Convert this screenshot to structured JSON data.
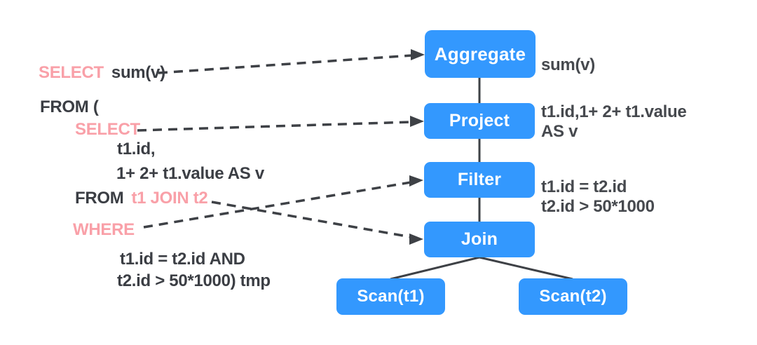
{
  "colors": {
    "node_blue": "#3398fe",
    "keyword_pink": "#f9a0a8",
    "sql_text_dark": "#3b3e44",
    "annotation_gray": "#46494e",
    "arrow_line": "#3e4146",
    "background": "#ffffff"
  },
  "sql": {
    "line1_keyword": "SELECT",
    "line1_expr": "sum(v)",
    "line2": "FROM (",
    "line3_keyword": "SELECT",
    "line4": "t1.id,",
    "line5": "1+ 2+ t1.value AS v",
    "line6_prefix": "FROM",
    "line6_keyword": "t1 JOIN t2",
    "line7_keyword": "WHERE",
    "line8": "t1.id = t2.id AND",
    "line9": "t2.id > 50*1000) tmp"
  },
  "plan": {
    "nodes": {
      "aggregate": "Aggregate",
      "project": "Project",
      "filter": "Filter",
      "join": "Join",
      "scan1": "Scan(t1)",
      "scan2": "Scan(t2)"
    },
    "annotations": {
      "aggregate": "sum(v)",
      "project_line1": "t1.id,1+ 2+ t1.value",
      "project_line2": "AS v",
      "filter_join_line1": "t1.id = t2.id",
      "filter_join_line2": "t2.id > 50*1000"
    }
  }
}
